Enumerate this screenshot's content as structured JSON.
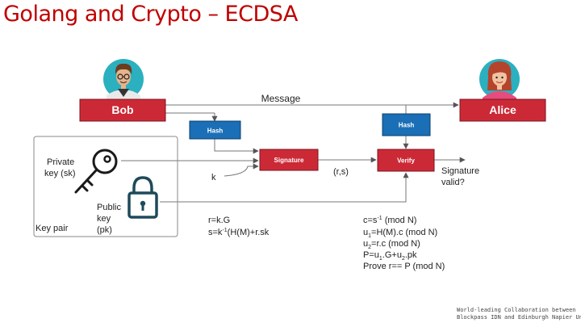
{
  "title": "Golang and Crypto – ECDSA",
  "actors": {
    "sender": "Bob",
    "receiver": "Alice"
  },
  "message_label": "Message",
  "boxes": {
    "hash_sign": "Hash",
    "hash_verify": "Hash",
    "signature": "Signature",
    "verify": "Verify"
  },
  "k_label": "k",
  "rs_label": "(r,s)",
  "signature_valid": [
    "Signature",
    "valid?"
  ],
  "key_pair": {
    "private_label": [
      "Private",
      "key (sk)"
    ],
    "public_label": [
      "Public",
      "key",
      "(pk)"
    ],
    "box_label": "Key pair"
  },
  "sign_equations": {
    "r": "r=k.G",
    "s_pre": "s=k",
    "s_sup": "-1",
    "s_post": "(H(M)+r.sk"
  },
  "verify_equations": {
    "c_pre": "c=s",
    "c_sup": "-1",
    "c_post": " (mod N)",
    "u1_pre": "u",
    "u1_sub": "1",
    "u1_post": "=H(M).c (mod N)",
    "u2_pre": "u",
    "u2_sub": "2",
    "u2_post": "=r.c (mod N)",
    "p_pre": "P=u",
    "p_sub1": "1",
    "p_mid": ".G+u",
    "p_sub2": "2",
    "p_post": ".pk",
    "prove": "Prove r== P (mod N)"
  },
  "footer": [
    "World-leading Collaboration between",
    "Blockpass IDN and Edinburgh Napier University"
  ],
  "colors": {
    "title": "#c00000",
    "red_box": "#cc2936",
    "blue_box": "#1a6fb6",
    "line": "#666666",
    "teal": "#2aa5b5"
  },
  "icons": [
    "bob-avatar-icon",
    "alice-avatar-icon",
    "key-icon",
    "padlock-icon"
  ]
}
